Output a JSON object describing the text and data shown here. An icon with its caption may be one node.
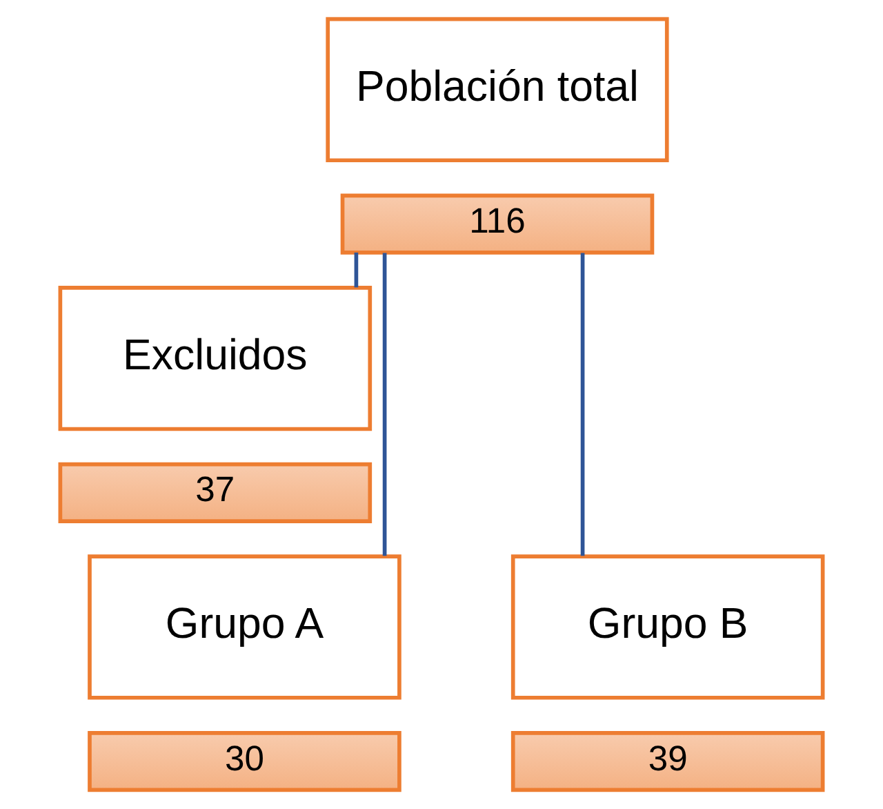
{
  "diagram": {
    "nodes": [
      {
        "text": [
          "Población total"
        ]
      },
      {
        "text": [
          "116"
        ]
      },
      {
        "text": [
          "Excluidos"
        ]
      },
      {
        "text": [
          "37"
        ]
      },
      {
        "text": [
          "Grupo A"
        ]
      },
      {
        "text": [
          "30"
        ]
      },
      {
        "text": [
          "Grupo B"
        ]
      },
      {
        "text": [
          "39"
        ]
      }
    ],
    "edges": [
      {
        "from": 1,
        "to": 2,
        "arrow": "none"
      },
      {
        "from": 1,
        "to": 4,
        "arrow": "none"
      },
      {
        "from": 1,
        "to": 6,
        "arrow": "none"
      }
    ]
  }
}
